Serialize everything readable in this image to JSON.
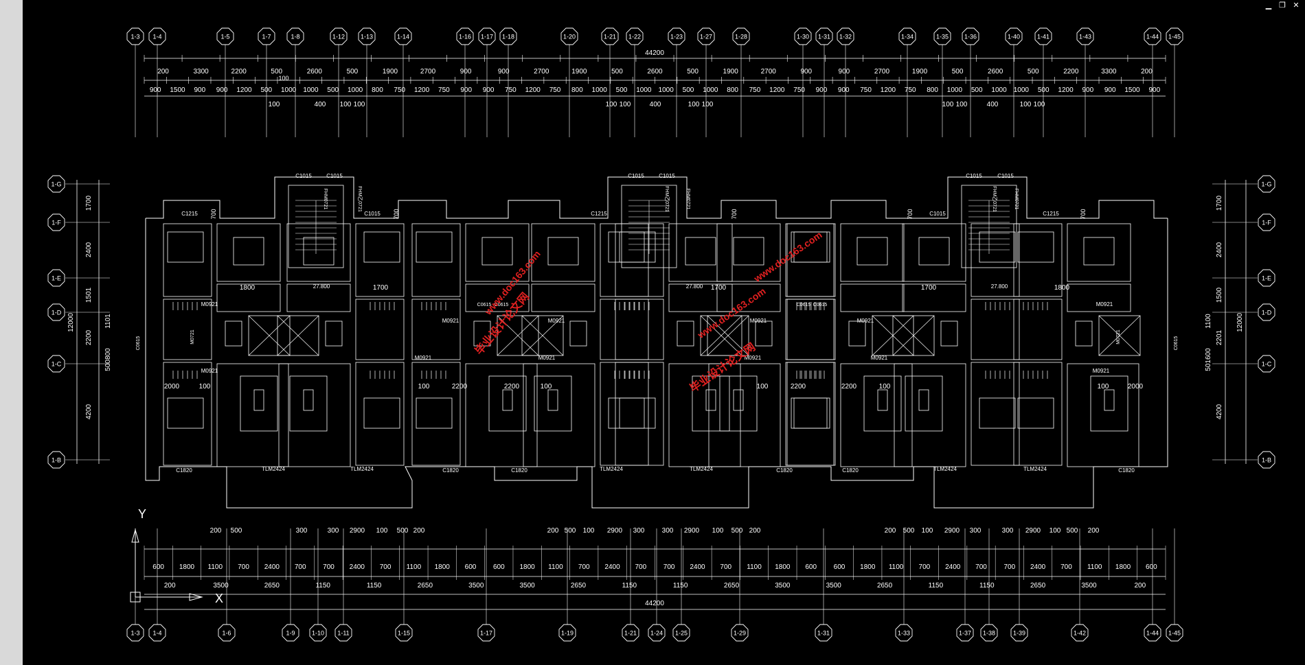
{
  "window": {
    "minimize_glyph": "▁",
    "restore_glyph": "❐",
    "close_glyph": "✕"
  },
  "colors": {
    "background": "#000000",
    "lines": "#ffffff",
    "watermark": "#e02020",
    "strip": "#d9d9d9"
  },
  "top_axes": [
    "1-3",
    "1-4",
    "1-5",
    "1-7",
    "1-8",
    "1-12",
    "1-13",
    "1-14",
    "1-16",
    "1-17",
    "1-18",
    "1-20",
    "1-21",
    "1-22",
    "1-23",
    "1-27",
    "1-28",
    "1-30",
    "1-31",
    "1-32",
    "1-34",
    "1-35",
    "1-36",
    "1-40",
    "1-41",
    "1-43",
    "1-44",
    "1-45"
  ],
  "bottom_axes": [
    "1-3",
    "1-4",
    "1-6",
    "1-9",
    "1-10",
    "1-11",
    "1-15",
    "1-17",
    "1-19",
    "1-21",
    "1-24",
    "1-25",
    "1-29",
    "1-31",
    "1-33",
    "1-37",
    "1-38",
    "1-39",
    "1-42",
    "1-44",
    "1-45"
  ],
  "left_axes": [
    "1-G",
    "1-F",
    "1-E",
    "1-D",
    "1-C",
    "1-B"
  ],
  "right_axes": [
    "1-G",
    "1-F",
    "1-E",
    "1-D",
    "1-C",
    "1-B"
  ],
  "top_total": "44200",
  "top_row1": [
    "200",
    "3300",
    "2200",
    "500",
    "2600",
    "500",
    "1900",
    "2700",
    "900",
    "900",
    "2700",
    "1900",
    "500",
    "2600",
    "500",
    "1900",
    "2700",
    "900",
    "900",
    "2700",
    "1900",
    "500",
    "2600",
    "500",
    "2200",
    "3300",
    "200"
  ],
  "top_row2": [
    "900",
    "1500",
    "900",
    "900",
    "1200",
    "500",
    "1000",
    "1000",
    "500",
    "1000",
    "800",
    "750",
    "1200",
    "750",
    "900",
    "900",
    "750",
    "1200",
    "750",
    "800",
    "1000",
    "500",
    "1000",
    "1000",
    "500",
    "1000",
    "800",
    "750",
    "1200",
    "750",
    "900",
    "900",
    "750",
    "1200",
    "750",
    "800",
    "1000",
    "500",
    "1000",
    "1000",
    "500",
    "1200",
    "900",
    "900",
    "1500",
    "900"
  ],
  "top_row3": [
    "100",
    "400",
    "100",
    "100",
    "100",
    "100",
    "400",
    "100",
    "100",
    "100",
    "100",
    "400",
    "100",
    "100"
  ],
  "top_row3_extra": "100",
  "bottom_row1": [
    "200",
    "500",
    "300",
    "300",
    "2900",
    "100",
    "500",
    "200",
    "200",
    "500",
    "100",
    "2900",
    "300",
    "300",
    "2900",
    "100",
    "500",
    "200",
    "200",
    "500",
    "100",
    "2900",
    "300",
    "300",
    "2900",
    "100",
    "500",
    "200"
  ],
  "bottom_row2": [
    "600",
    "1800",
    "1100",
    "700",
    "2400",
    "700",
    "700",
    "2400",
    "700",
    "1100",
    "1800",
    "600",
    "600",
    "1800",
    "1100",
    "700",
    "2400",
    "700",
    "700",
    "2400",
    "700",
    "1100",
    "1800",
    "600",
    "600",
    "1800",
    "1100",
    "700",
    "2400",
    "700",
    "700",
    "2400",
    "700",
    "1100",
    "1800",
    "600"
  ],
  "bottom_row3": [
    "200",
    "3500",
    "2650",
    "1150",
    "1150",
    "2650",
    "3500",
    "3500",
    "2650",
    "1150",
    "1150",
    "2650",
    "3500",
    "3500",
    "2650",
    "1150",
    "1150",
    "2650",
    "3500",
    "200"
  ],
  "bottom_total": "44200",
  "left_dims_outer": [
    "1700",
    "2400",
    "1501",
    "2200",
    "4200"
  ],
  "left_dims_inner": [
    "1101"
  ],
  "left_dim_total": "12000",
  "left_dim_side": "500800",
  "right_dims_outer": [
    "1700",
    "2400",
    "1500",
    "2201",
    "4200"
  ],
  "right_dims_inner": [
    "1100"
  ],
  "right_dim_total": "12000",
  "right_dim_side": "501600",
  "labels": {
    "window_top": "C1015",
    "window_small": "C1215",
    "window_mid": "C1015",
    "window_bottom": "C1820",
    "door_balcony": "TLM2424",
    "door_m": "M0921",
    "window_c0615": "C0615",
    "door_fhm": "FHM0721",
    "stair_fhm": "FHM乙0721",
    "elev": "27.800",
    "side_window": "C0615",
    "door_m0721": "M0721",
    "dim_1800": "1800",
    "dim_1700": "1700",
    "dim_2000": "2000",
    "dim_100": "100",
    "dim_2200": "2200",
    "dim_700": "700"
  },
  "watermarks": {
    "site": "www.doc163.com",
    "brand": "毕业设计论文网"
  },
  "ucs": {
    "y": "Y",
    "x": "X"
  }
}
